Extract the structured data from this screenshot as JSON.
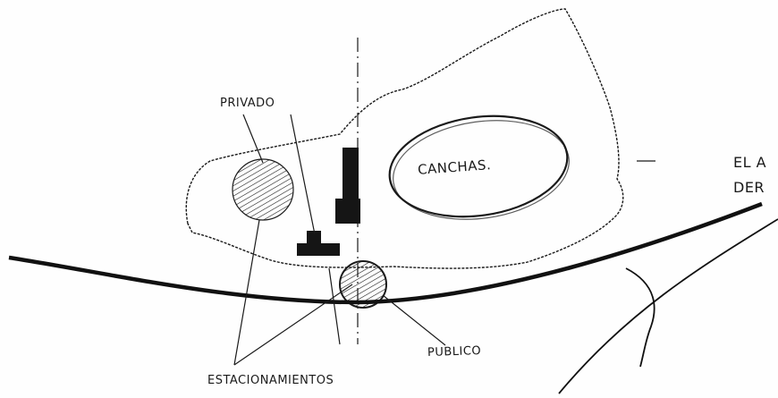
{
  "labels": {
    "privado": "PRIVADO",
    "canchas": "CANCHAS.",
    "publico": "PUBLICO",
    "estacionamientos": "ESTACIONAMIENTOS",
    "note_line_1": "EL A",
    "note_line_2": "DER"
  },
  "colors": {
    "ink": "#1a1a1a",
    "paper": "#fefefe"
  }
}
